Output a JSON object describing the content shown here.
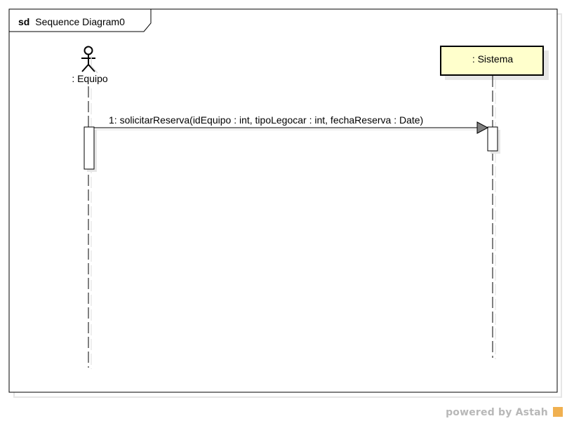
{
  "frame": {
    "keyword": "sd",
    "name": "Sequence Diagram0"
  },
  "lifelines": [
    {
      "kind": "actor",
      "label": ": Equipo"
    },
    {
      "kind": "object",
      "label": ": Sistema"
    }
  ],
  "messages": [
    {
      "label": "1: solicitarReserva(idEquipo : int, tipoLegocar : int, fechaReserva : Date)"
    }
  ],
  "footer": {
    "text": "powered by Astah"
  },
  "colors": {
    "object_fill": "#ffffcc",
    "line": "#000000",
    "shadow": "#e6e6e6"
  }
}
